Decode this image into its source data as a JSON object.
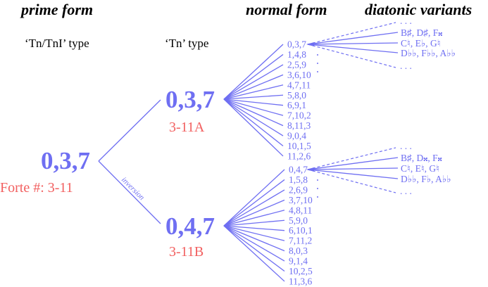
{
  "headers": {
    "prime_form": "prime form",
    "normal_form": "normal form",
    "diatonic_variants": "diatonic variants"
  },
  "subheaders": {
    "tn_tni_type": "‘Tn/TnI’ type",
    "tn_type": "‘Tn’ type"
  },
  "prime": {
    "set": "0,3,7",
    "forte": "Forte #:  3-11"
  },
  "inversion_label": "inversion",
  "tn_types": [
    {
      "set": "0,3,7",
      "forte": "3-11A",
      "normal_forms": [
        "0,3,7",
        "1,4,8",
        "2,5,9",
        "3,6,10",
        "4,7,11",
        "5,8,0",
        "6,9,1",
        "7,10,2",
        "8,11,3",
        "9,0,4",
        "10,1,5",
        "11,2,6"
      ],
      "diatonic_variants": [
        "B♯, D♯,  F𝄪",
        "C♮, E♭,  G♮",
        "D♭♭, F♭♭, A♭♭"
      ],
      "ellipsis": ". . ."
    },
    {
      "set": "0,4,7",
      "forte": "3-11B",
      "normal_forms": [
        "0,4,7",
        "1,5,8",
        "2,6,9",
        "3,7,10",
        "4,8,11",
        "5,9,0",
        "6,10,1",
        "7,11,2",
        "8,0,3",
        "9,1,4",
        "10,2,5",
        "11,3,6"
      ],
      "diatonic_variants": [
        "B♯, D𝄪,  F𝄪",
        "C♮, E♮,  G♮",
        "D♭♭, F♭,  A♭♭"
      ],
      "ellipsis": ". . ."
    }
  ],
  "colors": {
    "blue": "#6f6ff2",
    "red": "#f26060"
  }
}
